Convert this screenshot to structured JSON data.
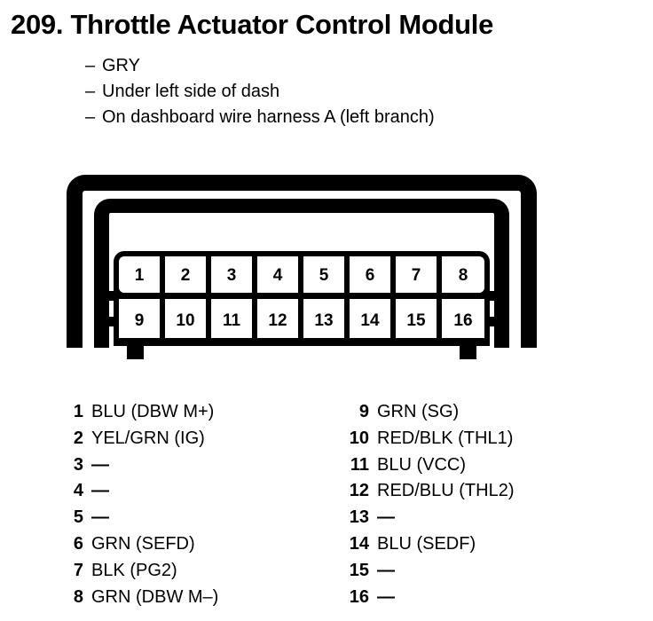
{
  "header": {
    "number": "209.",
    "title": "209.  Throttle Actuator Control Module",
    "attributes": [
      {
        "dash": "–",
        "text": "GRY"
      },
      {
        "dash": "–",
        "text": "Under left side of dash"
      },
      {
        "dash": "–",
        "text": "On dashboard wire harness A (left branch)"
      }
    ]
  },
  "connector": {
    "name": "16-pin connector",
    "rows": [
      [
        "1",
        "2",
        "3",
        "4",
        "5",
        "6",
        "7",
        "8"
      ],
      [
        "9",
        "10",
        "11",
        "12",
        "13",
        "14",
        "15",
        "16"
      ]
    ],
    "outline_color": "#000000",
    "cavity_color": "#ffffff"
  },
  "pin_legend": {
    "left_column": [
      {
        "pin": "1",
        "label": "BLU (DBW M+)"
      },
      {
        "pin": "2",
        "label": "YEL/GRN (IG)"
      },
      {
        "pin": "3",
        "label": "—"
      },
      {
        "pin": "4",
        "label": "—"
      },
      {
        "pin": "5",
        "label": "—"
      },
      {
        "pin": "6",
        "label": "GRN (SEFD)"
      },
      {
        "pin": "7",
        "label": "BLK (PG2)"
      },
      {
        "pin": "8",
        "label": "GRN (DBW M–)"
      }
    ],
    "right_column": [
      {
        "pin": "9",
        "label": "GRN (SG)"
      },
      {
        "pin": "10",
        "label": "RED/BLK (THL1)"
      },
      {
        "pin": "11",
        "label": "BLU (VCC)"
      },
      {
        "pin": "12",
        "label": "RED/BLU (THL2)"
      },
      {
        "pin": "13",
        "label": "—"
      },
      {
        "pin": "14",
        "label": "BLU (SEDF)"
      },
      {
        "pin": "15",
        "label": "—"
      },
      {
        "pin": "16",
        "label": "—"
      }
    ]
  }
}
